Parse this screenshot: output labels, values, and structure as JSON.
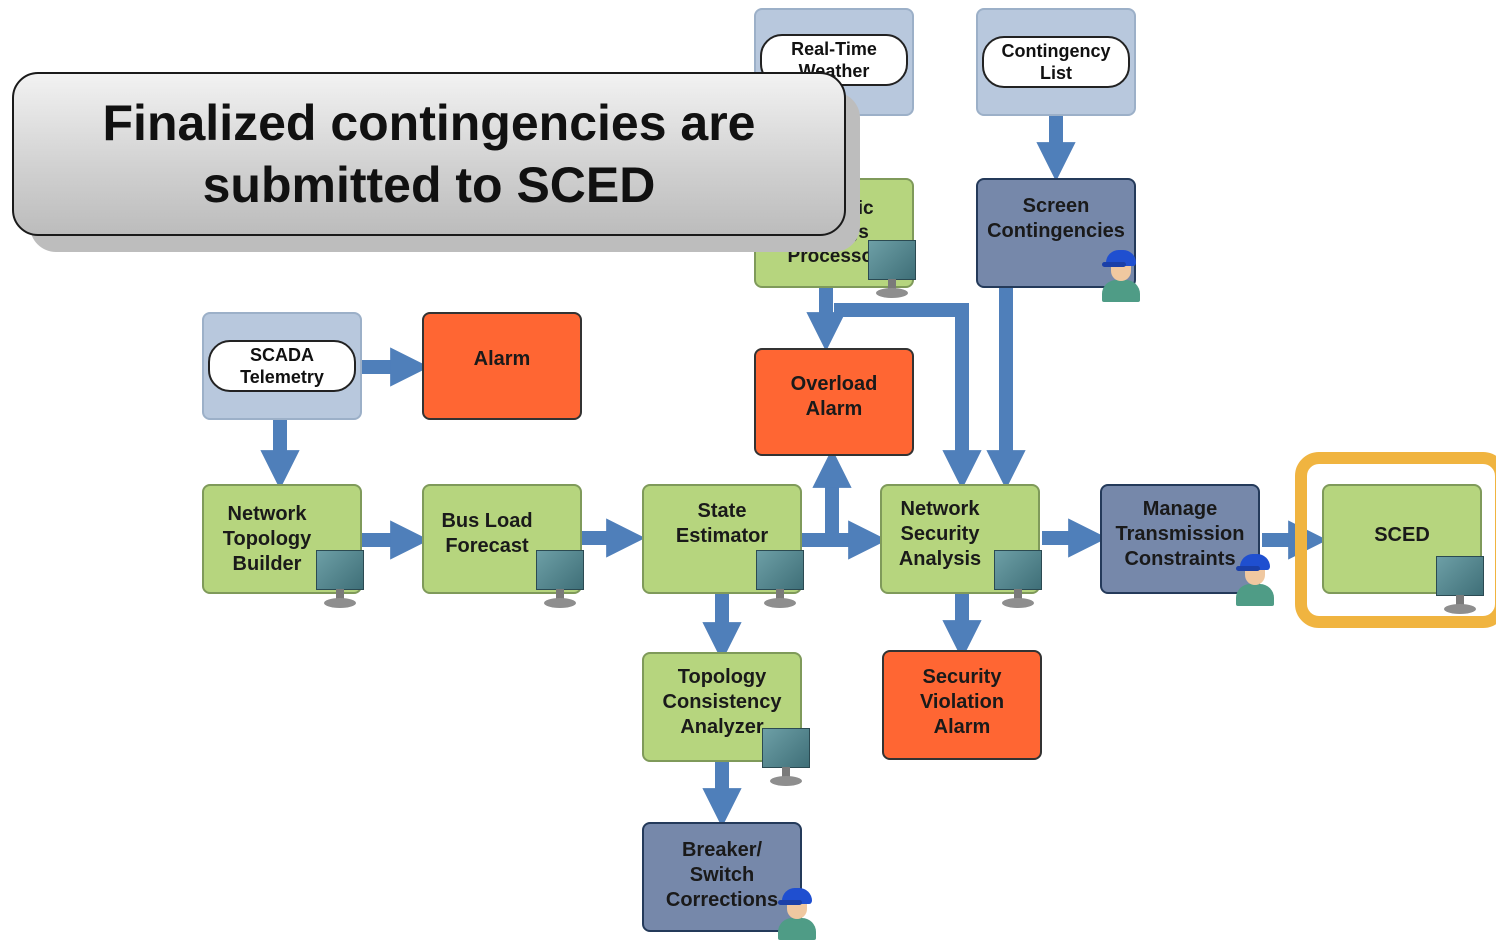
{
  "callout": {
    "text": "Finalized contingencies are\nsubmitted to SCED"
  },
  "sources": {
    "real_time_weather": "Real-Time\nWeather",
    "contingency_list": "Contingency\nList",
    "scada_telemetry": "SCADA\nTelemetry"
  },
  "nodes": {
    "dynamic_ratings_processor": "Dynamic\nRatings\nProcessor",
    "screen_contingencies": "Screen\nContingencies",
    "alarm": "Alarm",
    "overload_alarm": "Overload\nAlarm",
    "network_topology_builder": "Network\nTopology\nBuilder",
    "bus_load_forecast": "Bus Load\nForecast",
    "state_estimator": "State\nEstimator",
    "network_security_analysis": "Network\nSecurity\nAnalysis",
    "manage_transmission_constraints": "Manage\nTransmission\nConstraints",
    "sced": "SCED",
    "topology_consistency_analyzer": "Topology\nConsistency\nAnalyzer",
    "security_violation_alarm": "Security\nViolation\nAlarm",
    "breaker_switch_corrections": "Breaker/\nSwitch\nCorrections"
  },
  "highlighted_node": "SCED",
  "colors": {
    "automated_process": "#b6d57e",
    "alarm": "#ff6633",
    "operator_process": "#7688aa",
    "data_source": "#b8c8dd",
    "arrow": "#4f7fba",
    "highlight": "#f0b440"
  },
  "icons": {
    "automated_process": "computer-monitor-icon",
    "operator_process": "operator-icon"
  }
}
